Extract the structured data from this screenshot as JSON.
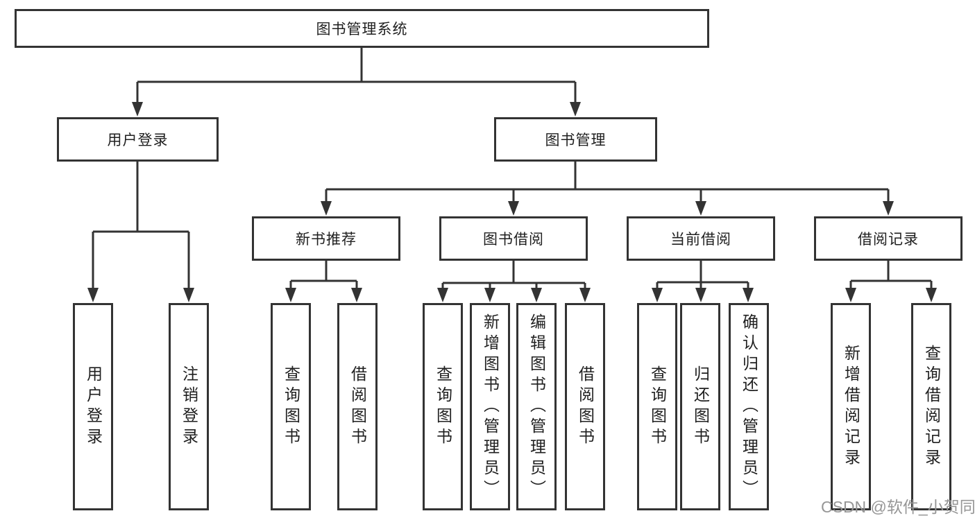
{
  "colors": {
    "line": "#333333",
    "text": "#1f1f1f",
    "watermark": "#969696",
    "background": "#ffffff"
  },
  "watermark": {
    "text": "CSDN @软件_小贺同学"
  },
  "diagram": {
    "type": "hierarchy-tree",
    "tree": {
      "label": "图书管理系统",
      "children": [
        {
          "label": "用户登录",
          "children": [
            {
              "label": "用户登录"
            },
            {
              "label": "注销登录"
            }
          ]
        },
        {
          "label": "图书管理",
          "children": [
            {
              "label": "新书推荐",
              "children": [
                {
                  "label": "查询图书"
                },
                {
                  "label": "借阅图书"
                }
              ]
            },
            {
              "label": "图书借阅",
              "children": [
                {
                  "label": "查询图书"
                },
                {
                  "label": "新增图书（管理员）"
                },
                {
                  "label": "编辑图书（管理员）"
                },
                {
                  "label": "借阅图书"
                }
              ]
            },
            {
              "label": "当前借阅",
              "children": [
                {
                  "label": "查询图书"
                },
                {
                  "label": "归还图书"
                },
                {
                  "label": "确认归还（管理员）"
                }
              ]
            },
            {
              "label": "借阅记录",
              "children": [
                {
                  "label": "新增借阅记录"
                },
                {
                  "label": "查询借阅记录"
                }
              ]
            }
          ]
        }
      ]
    }
  }
}
